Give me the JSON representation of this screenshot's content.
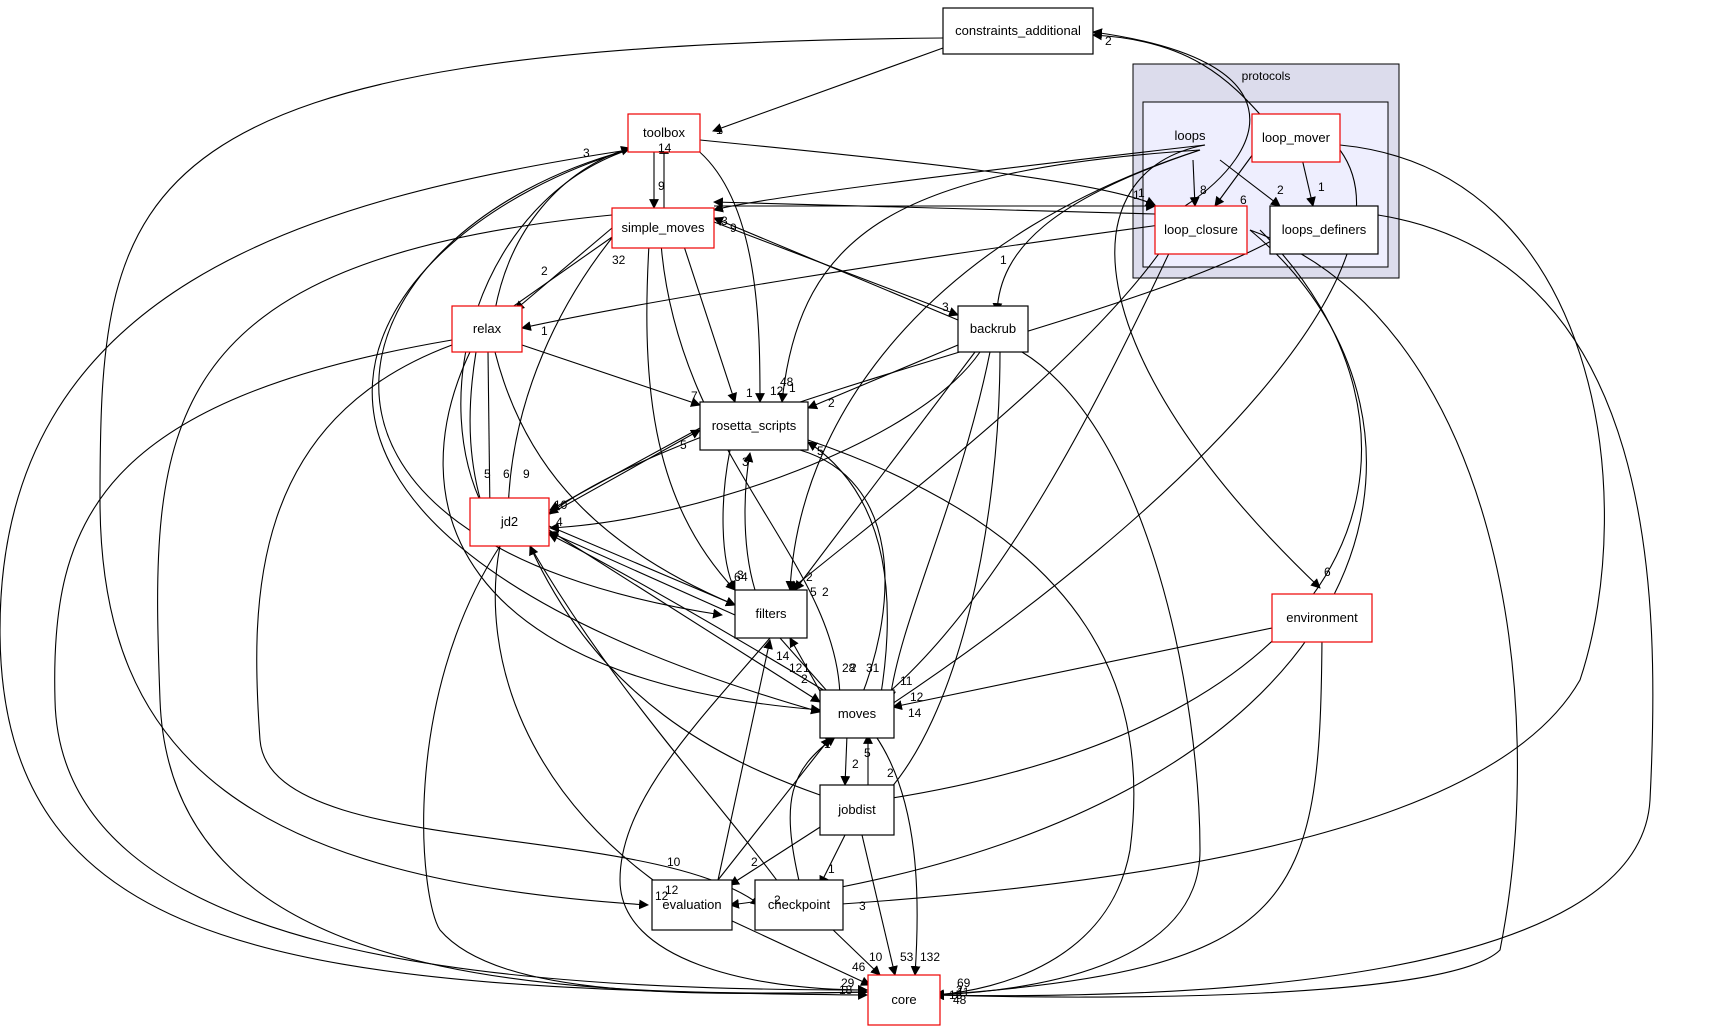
{
  "clusters": {
    "protocols": {
      "label": "protocols"
    }
  },
  "nodes": [
    {
      "id": "constraints_additional",
      "label": "constraints_additional"
    },
    {
      "id": "toolbox",
      "label": "toolbox"
    },
    {
      "id": "loops",
      "label": "loops"
    },
    {
      "id": "loop_mover",
      "label": "loop_mover"
    },
    {
      "id": "loop_closure",
      "label": "loop_closure"
    },
    {
      "id": "loops_definers",
      "label": "loops_definers"
    },
    {
      "id": "simple_moves",
      "label": "simple_moves"
    },
    {
      "id": "relax",
      "label": "relax"
    },
    {
      "id": "backrub",
      "label": "backrub"
    },
    {
      "id": "rosetta_scripts",
      "label": "rosetta_scripts"
    },
    {
      "id": "jd2",
      "label": "jd2"
    },
    {
      "id": "filters",
      "label": "filters"
    },
    {
      "id": "environment",
      "label": "environment"
    },
    {
      "id": "moves",
      "label": "moves"
    },
    {
      "id": "jobdist",
      "label": "jobdist"
    },
    {
      "id": "evaluation",
      "label": "evaluation"
    },
    {
      "id": "checkpoint",
      "label": "checkpoint"
    },
    {
      "id": "core",
      "label": "core"
    }
  ],
  "edge_labels": [
    "2",
    "1",
    "3",
    "9",
    "14",
    "1",
    "8",
    "2",
    "1",
    "6",
    "1",
    "3",
    "9",
    "1",
    "3",
    "1",
    "32",
    "2",
    "1",
    "48",
    "12",
    "1",
    "7",
    "2",
    "3",
    "5",
    "5",
    "6",
    "9",
    "10",
    "4",
    "5",
    "3",
    "6",
    "4",
    "2",
    "5",
    "2",
    "1",
    "12",
    "14",
    "2",
    "28",
    "2",
    "31",
    "11",
    "12",
    "14",
    "6",
    "1",
    "5",
    "2",
    "2",
    "12",
    "10",
    "2",
    "2",
    "3",
    "1",
    "12",
    "10",
    "53",
    "132",
    "46",
    "29",
    "69",
    "18",
    "48",
    "15",
    "11",
    "2"
  ]
}
